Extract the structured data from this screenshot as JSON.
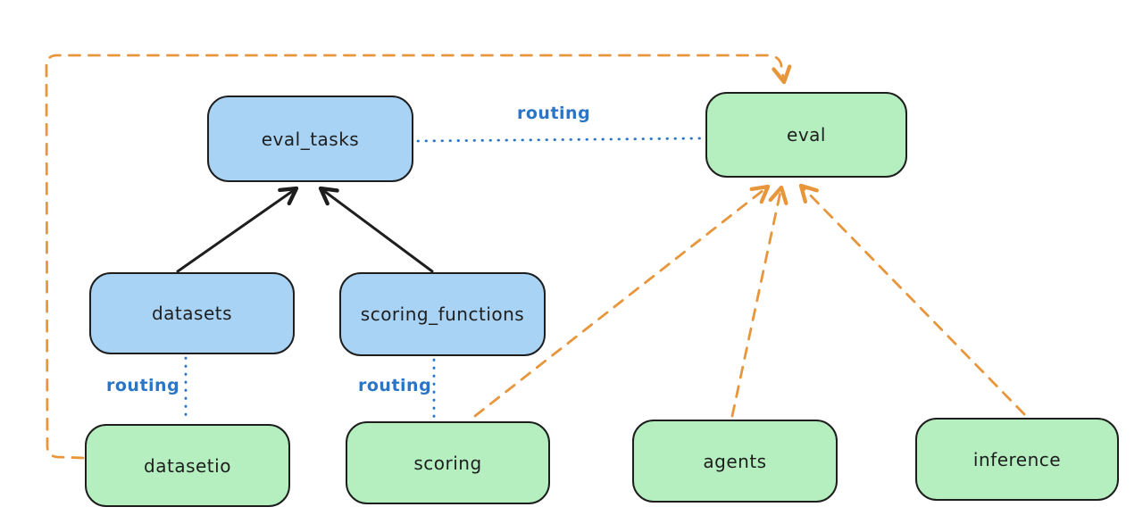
{
  "diagram": {
    "title": "",
    "nodes": {
      "eval_tasks": {
        "label": "eval_tasks",
        "kind": "resource",
        "fill": "#a8d3f5"
      },
      "eval": {
        "label": "eval",
        "kind": "api",
        "fill": "#b5efc0"
      },
      "datasets": {
        "label": "datasets",
        "kind": "resource",
        "fill": "#a8d3f5"
      },
      "scoring_functions": {
        "label": "scoring_functions",
        "kind": "resource",
        "fill": "#a8d3f5"
      },
      "datasetio": {
        "label": "datasetio",
        "kind": "api",
        "fill": "#b5efc0"
      },
      "scoring": {
        "label": "scoring",
        "kind": "api",
        "fill": "#b5efc0"
      },
      "agents": {
        "label": "agents",
        "kind": "api",
        "fill": "#b5efc0"
      },
      "inference": {
        "label": "inference",
        "kind": "api",
        "fill": "#b5efc0"
      }
    },
    "labels": {
      "routing": "routing"
    },
    "edges": [
      {
        "from": "datasets",
        "to": "eval_tasks",
        "style": "solid",
        "arrow": true,
        "color": "#1e1e1e",
        "label": ""
      },
      {
        "from": "scoring_functions",
        "to": "eval_tasks",
        "style": "solid",
        "arrow": true,
        "color": "#1e1e1e",
        "label": ""
      },
      {
        "from": "eval_tasks",
        "to": "eval",
        "style": "dotted",
        "arrow": false,
        "color": "#2b75c9",
        "label": "routing"
      },
      {
        "from": "datasets",
        "to": "datasetio",
        "style": "dotted",
        "arrow": false,
        "color": "#2b75c9",
        "label": "routing"
      },
      {
        "from": "scoring_functions",
        "to": "scoring",
        "style": "dotted",
        "arrow": false,
        "color": "#2b75c9",
        "label": "routing"
      },
      {
        "from": "datasetio",
        "to": "eval",
        "style": "dashed",
        "arrow": true,
        "color": "#e8963c",
        "route": "left-top-loop"
      },
      {
        "from": "scoring",
        "to": "eval",
        "style": "dashed",
        "arrow": true,
        "color": "#e8963c",
        "route": "direct"
      },
      {
        "from": "agents",
        "to": "eval",
        "style": "dashed",
        "arrow": true,
        "color": "#e8963c",
        "route": "direct"
      },
      {
        "from": "inference",
        "to": "eval",
        "style": "dashed",
        "arrow": true,
        "color": "#e8963c",
        "route": "direct"
      }
    ],
    "colors": {
      "blue_fill": "#a8d3f5",
      "green_fill": "#b5efc0",
      "node_stroke": "#1e1e1e",
      "routing_blue": "#2b75c9",
      "orange": "#e8963c",
      "background": "#ffffff"
    }
  }
}
